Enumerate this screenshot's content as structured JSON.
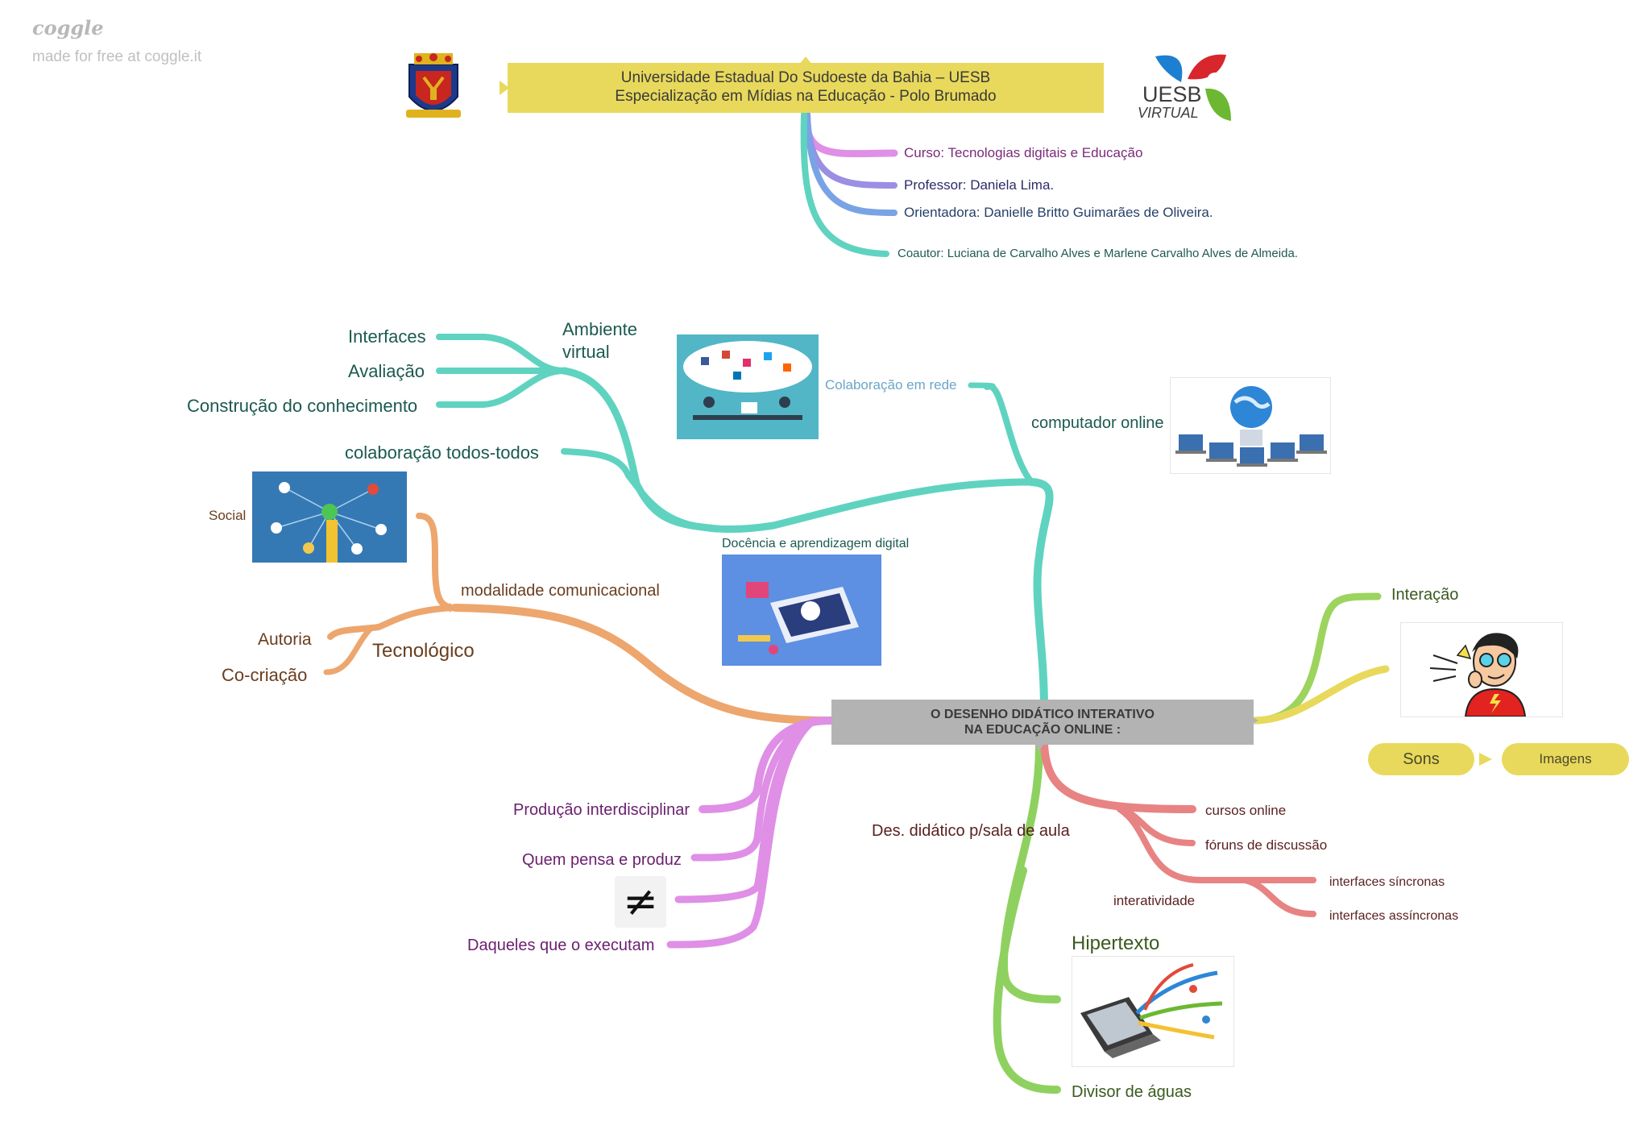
{
  "watermark": {
    "logo": "coggle",
    "text": "made for free at coggle.it"
  },
  "root": {
    "line1": "Universidade Estadual Do Sudoeste da Bahia – UESB",
    "line2": "Especialização em Mídias na Educação - Polo Brumado"
  },
  "logos": {
    "uesb_virtual_main": "UESB",
    "uesb_virtual_sub": "VIRTUAL"
  },
  "info": {
    "curso": "Curso: Tecnologias digitais e Educação",
    "professor": "Professor: Daniela Lima.",
    "orientadora": "Orientadora: Danielle Britto Guimarães de Oliveira.",
    "coautor": "Coautor: Luciana de Carvalho Alves e Marlene Carvalho Alves de Almeida."
  },
  "center": {
    "line1": "O DESENHO DIDÁTICO INTERATIVO",
    "line2": "NA EDUCAÇÃO ONLINE :"
  },
  "teal_branch": {
    "ambiente_line1": "Ambiente",
    "ambiente_line2": "virtual",
    "interfaces": "Interfaces",
    "avaliacao": "Avaliação",
    "construcao": "Construção do conhecimento",
    "colaboracao_todos": "colaboração todos-todos",
    "colaboracao_rede": "Colaboração em rede",
    "computador_online": "computador online",
    "docencia": "Docência e aprendizagem digital"
  },
  "orange_branch": {
    "social": "Social",
    "modalidade": "modalidade comunicacional",
    "tecnologico": "Tecnológico",
    "autoria": "Autoria",
    "cocriacao": "Co-criação"
  },
  "purple_branch": {
    "producao": "Produção interdisciplinar",
    "quem_pensa": "Quem pensa e produz",
    "neq_symbol": "≠",
    "daqueles": "Daqueles que o executam"
  },
  "yellow_branch": {
    "interacao": "Interação",
    "sons": "Sons",
    "imagens": "Imagens"
  },
  "green_branch": {
    "des_didatico": "Des. didático p/sala de aula",
    "hipertexto": "Hipertexto",
    "divisor": "Divisor de águas"
  },
  "red_branch": {
    "cursos": "cursos online",
    "foruns": "fóruns de discussão",
    "interatividade": "interatividade",
    "sincronas": "interfaces síncronas",
    "assincronas": "interfaces assíncronas"
  },
  "colors": {
    "root": "#e8d95c",
    "center": "#b3b3b3",
    "teal": "#5fd3c0",
    "orange": "#eda66e",
    "purple": "#df8fe6",
    "yellow_green": "#9cd45e",
    "yellow": "#e8d95c",
    "green": "#8fd160",
    "red": "#e88383",
    "info_pink": "#df8fe6",
    "info_violet": "#9a8fe3",
    "info_blue": "#7aa3e5",
    "info_teal": "#5fd3c0"
  }
}
